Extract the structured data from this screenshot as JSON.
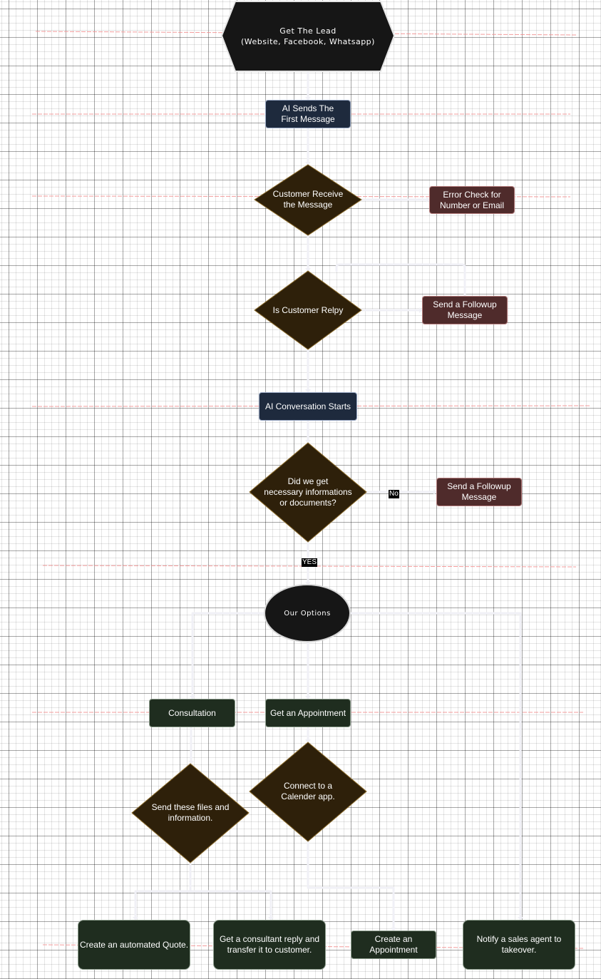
{
  "nodes": {
    "lead": "Get The Lead\n(Website, Facebook, Whatsapp)",
    "ai_first": "AI Sends The\nFirst Message",
    "receive": "Customer Receive\nthe Message",
    "error_check": "Error Check for\nNumber or Email",
    "reply": "Is Customer Relpy",
    "followup_1": "Send a Followup\nMessage",
    "ai_conv": "AI Conversation Starts",
    "docs": "Did we get\nnecessary informations\nor documents?",
    "followup_2": "Send a Followup\nMessage",
    "options": "Our Options",
    "consultation": "Consultation",
    "appointment": "Get an Appointment",
    "send_files": "Send these files and\ninformation.",
    "calendar": "Connect to a\nCalender app.",
    "quote": "Create an automated Quote.",
    "consultant_reply": "Get a consultant reply and\ntransfer it to customer.",
    "create_appt": "Create an\nAppointment",
    "sales_agent": "Notify a sales agent to\ntakeover."
  },
  "edge_labels": {
    "no": "No",
    "yes": "YES"
  },
  "colors": {
    "dark": "#161616",
    "navy": "#1e2a3d",
    "diamond": "#2e200a",
    "diamond_border": "#8a6a2a",
    "maroon": "#4f2b2b",
    "green": "#1f2d1f",
    "connector": "#f0f0f6",
    "lane_line": "#f28b8b"
  }
}
